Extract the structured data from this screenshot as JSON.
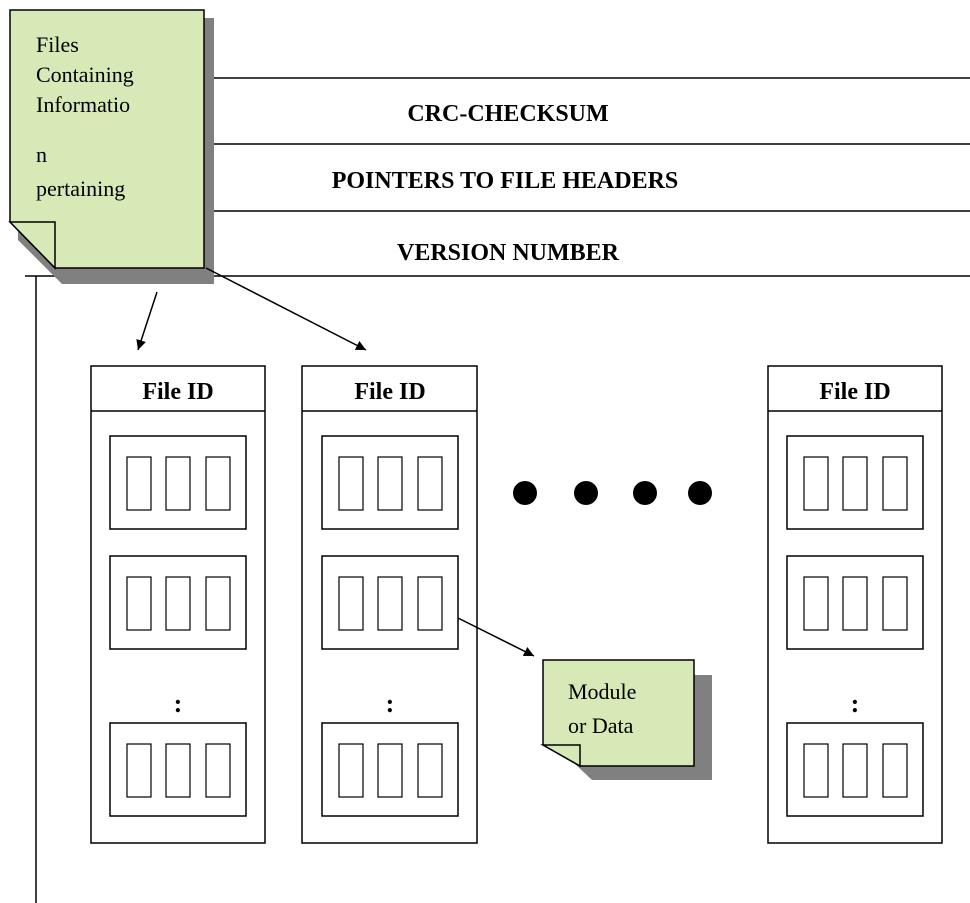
{
  "header_bands": [
    {
      "label": "CRC-CHECKSUM"
    },
    {
      "label": "POINTERS TO FILE HEADERS"
    },
    {
      "label": "VERSION NUMBER"
    }
  ],
  "info_note": {
    "lines": [
      "Files",
      "Containing",
      "Informatio",
      "n",
      "pertaining"
    ]
  },
  "file_columns": [
    {
      "id_label": "File ID",
      "gap_label": ":"
    },
    {
      "id_label": "File ID",
      "gap_label": ":"
    },
    {
      "id_label": "File ID",
      "gap_label": ":"
    }
  ],
  "ellipsis_dots": 4,
  "module_note": {
    "lines": [
      "Module",
      "or Data"
    ]
  },
  "colors": {
    "note_fill": "#d6e9b6",
    "note_shadow": "#808080",
    "line": "#000000"
  }
}
